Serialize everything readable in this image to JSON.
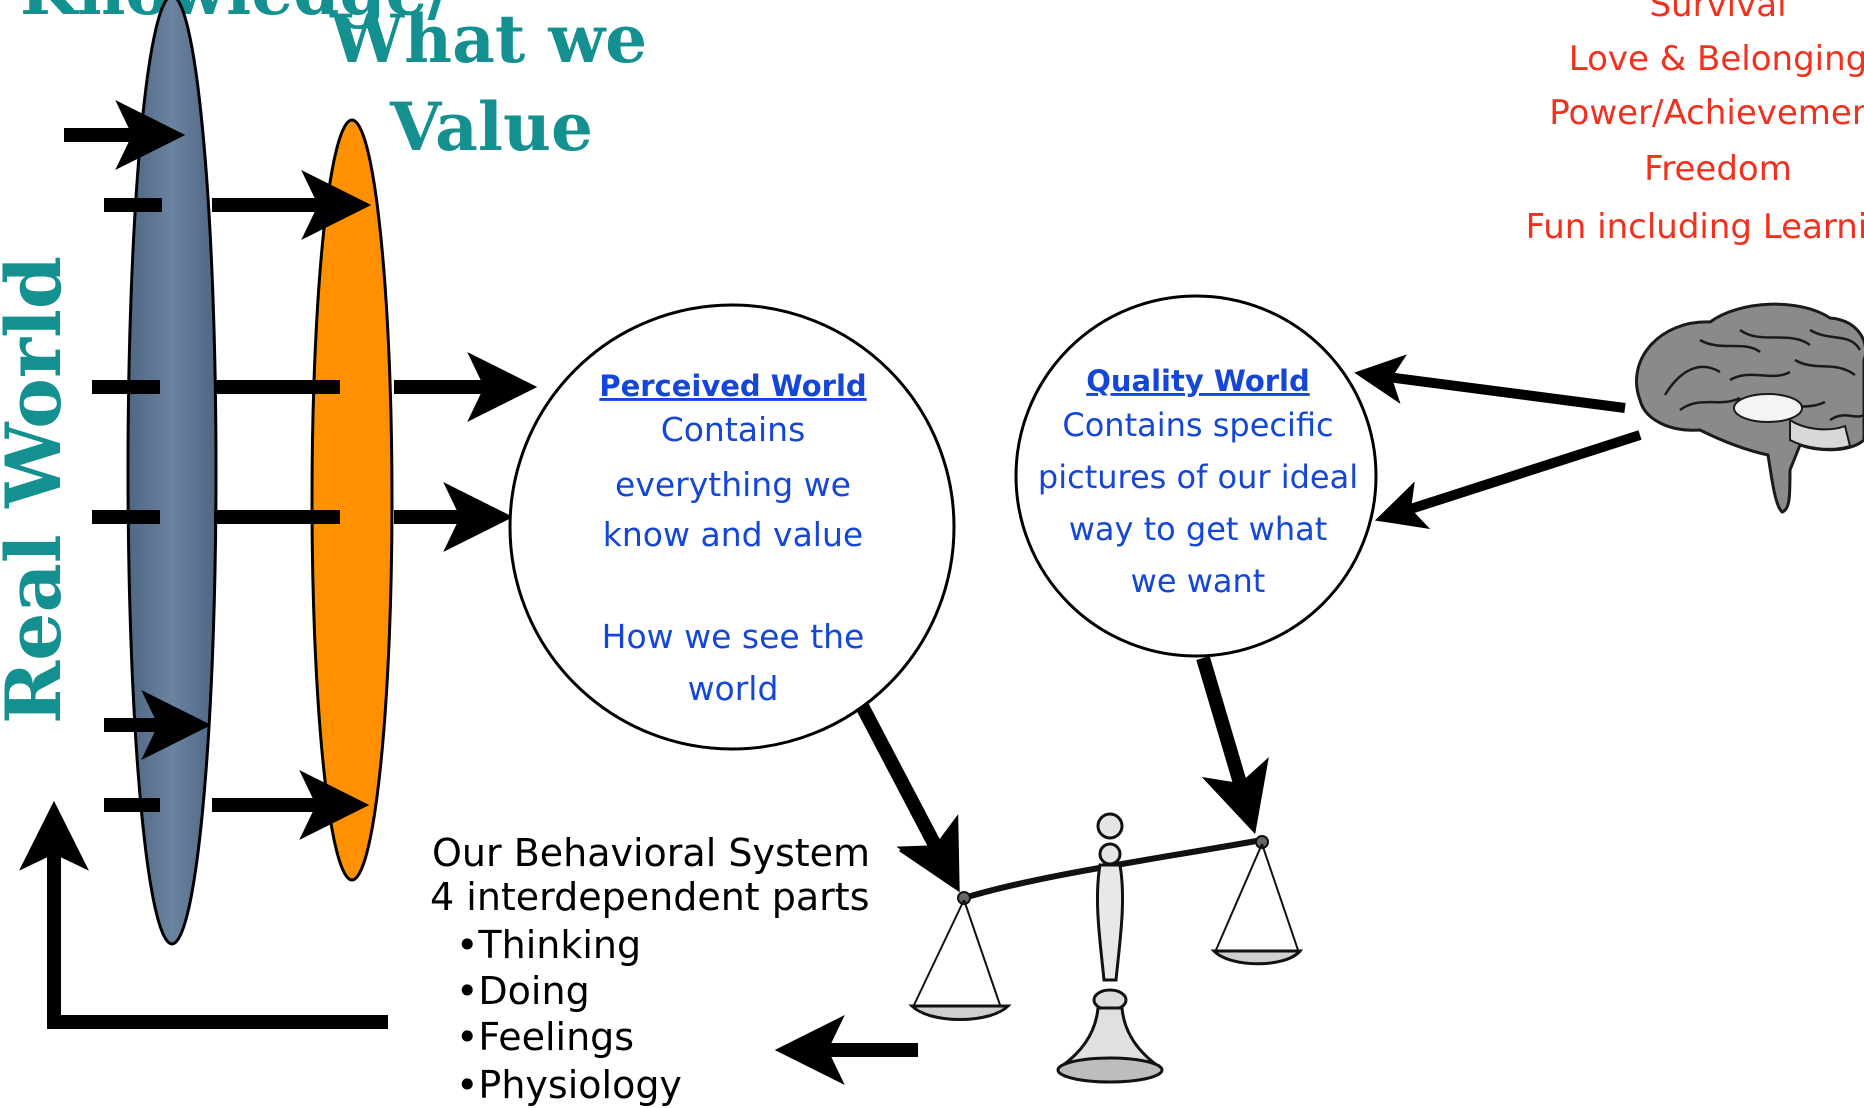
{
  "headings": {
    "knowledge_partial": "Knowledge/",
    "what_we_value_line1": "What we",
    "what_we_value_line2": "Value",
    "real_world": "Real World"
  },
  "perceived_world": {
    "title": "Perceived World",
    "lines": [
      "Contains",
      "everything  we",
      "know and value",
      "",
      "How we see the",
      "world"
    ]
  },
  "quality_world": {
    "title": "Quality World",
    "lines": [
      "Contains specific",
      "pictures of our ideal",
      "way to get what",
      "we want"
    ]
  },
  "basic_needs": [
    "Survival",
    "Love & Belonging",
    "Power/Achievement",
    "Freedom",
    "Fun including Learning"
  ],
  "behavioral_system": {
    "title_line1": "Our Behavioral System",
    "title_line2": "4 interdependent parts",
    "parts": [
      "•Thinking",
      "•Doing",
      "•Feelings",
      "•Physiology"
    ]
  },
  "colors": {
    "heading_teal": "#13908f",
    "body_blue": "#1446d8",
    "needs_red": "#f2301e",
    "knowledge_lens": "#5f7896",
    "value_lens": "#ff9100"
  },
  "icons": [
    "brain-icon",
    "balance-scale-icon"
  ]
}
